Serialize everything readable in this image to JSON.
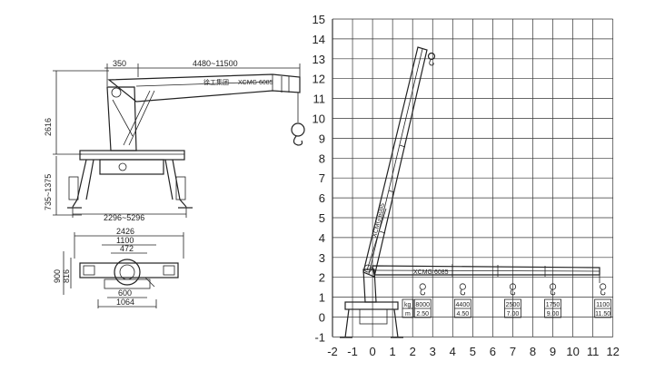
{
  "side_view": {
    "dim_boom_offset": "350",
    "dim_boom_length": "4480~11500",
    "dim_height": "2616",
    "dim_outrigger_height": "735~1375",
    "dim_outrigger_span": "2296~5296",
    "model_plate": "XCMG 6085",
    "brand_mark": "徐工集团"
  },
  "top_view": {
    "dim_width_overall": "2426",
    "dim_width_a": "1100",
    "dim_width_b": "472",
    "dim_height_a": "900",
    "dim_height_b": "816",
    "dim_base_a": "600",
    "dim_base_b": "1064"
  },
  "chart": {
    "x_ticks": [
      "-2",
      "-1",
      "0",
      "1",
      "2",
      "3",
      "4",
      "5",
      "6",
      "7",
      "8",
      "9",
      "10",
      "11",
      "12"
    ],
    "y_ticks": [
      "15",
      "14",
      "13",
      "12",
      "11",
      "10",
      "9",
      "8",
      "7",
      "6",
      "5",
      "4",
      "3",
      "2",
      "1",
      "0",
      "-1"
    ],
    "key_kg": "kg",
    "key_m": "m",
    "loads": [
      {
        "kg": "8000",
        "m": "2.50"
      },
      {
        "kg": "4400",
        "m": "4.50"
      },
      {
        "kg": "2500",
        "m": "7.00"
      },
      {
        "kg": "1750",
        "m": "9.00"
      },
      {
        "kg": "1100",
        "m": "11.50"
      }
    ]
  }
}
